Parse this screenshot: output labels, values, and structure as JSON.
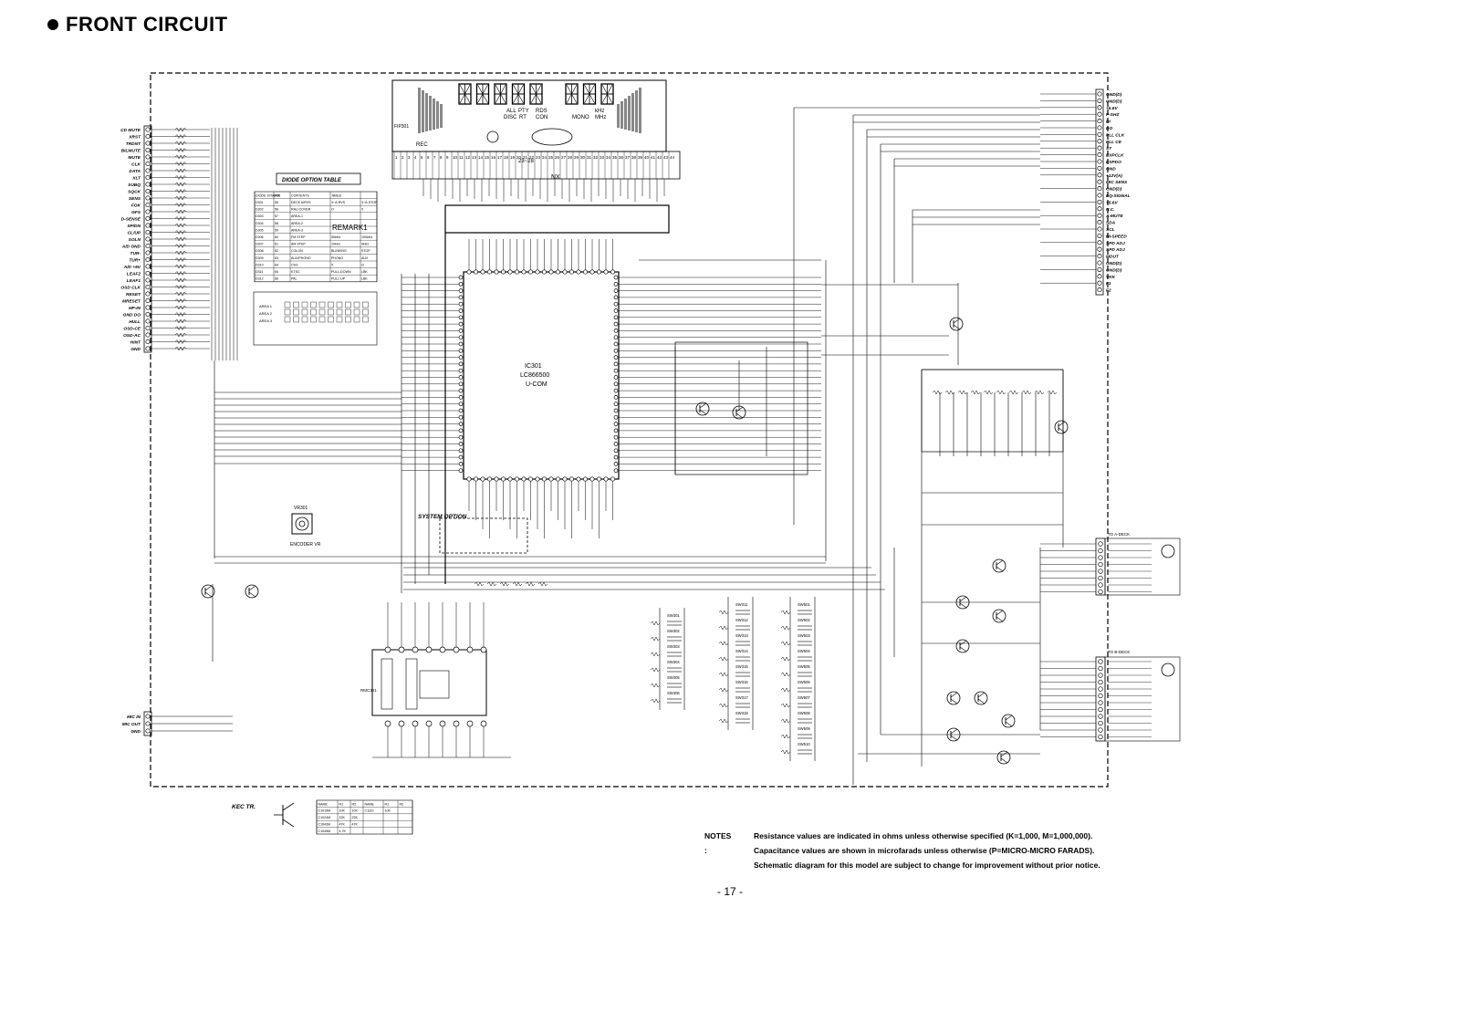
{
  "page_title": "FRONT CIRCUIT",
  "page_number": "- 17 -",
  "notes": {
    "label": "NOTES :",
    "lines": [
      "Resistance values are indicated in ohms unless otherwise specified (K=1,000, M=1,000,000).",
      "Capacitance values are shown in microfarads unless otherwise (P=MICRO-MICRO FARADS).",
      "Schematic diagram for this model are subject to change for improvement without prior notice."
    ]
  },
  "ic301": {
    "ref": "IC301",
    "part": "LC866500",
    "func": "U-COM"
  },
  "vfd": {
    "ref": "FIP301",
    "segments": [
      "ALL",
      "DISC",
      "PTY",
      "RT",
      "RDS",
      "CON",
      "MONO",
      "kHz",
      "MHz",
      "REC",
      "NX",
      "23~28"
    ]
  },
  "diode_option_table": {
    "title": "DIODE OPTION TABLE",
    "remark": "REMARK1",
    "headers": [
      "DIODE SYMBOL",
      "PIN",
      "CONTENTS",
      "TABLE"
    ],
    "rows": [
      [
        "D301",
        "55",
        "DECK A/RVS",
        "3~A-RVS",
        "3~A-STOP"
      ],
      [
        "D302",
        "56",
        "RAU COVER",
        "O",
        "X"
      ],
      [
        "D303",
        "57",
        "AREA-1",
        "",
        ""
      ],
      [
        "D304",
        "58",
        "AREA-2",
        "",
        ""
      ],
      [
        "D305",
        "59",
        "AREA-3",
        "",
        ""
      ],
      [
        "D306",
        "60",
        "FM STEP",
        "50kHz",
        "100kHz"
      ],
      [
        "D307",
        "61",
        "AM STEP",
        "10kHz",
        "9kHz"
      ],
      [
        "D308",
        "62",
        "COLON",
        "BLINKING",
        "STOP"
      ],
      [
        "D309",
        "63",
        "AUX/PHONO",
        "PHONO",
        "AUX"
      ],
      [
        "D310",
        "64",
        "CD3",
        "X",
        "O"
      ],
      [
        "D311",
        "65",
        "KTSC",
        "PULL-DOWN",
        "LBK"
      ],
      [
        "D312",
        "66",
        "PAL",
        "PULL-UP",
        "LBK"
      ]
    ],
    "remark_rows": [
      "AREA 1",
      "AREA 2",
      "AREA 3"
    ]
  },
  "system_option": "SYSTEM OPTION",
  "encoder": {
    "ref": "VR301",
    "label": "ENCODER VR"
  },
  "left_connector_labels": [
    "CD MUTE",
    "XRST",
    "TRDNT",
    "BILMUTE",
    "MUTE",
    "CLK",
    "DATA",
    "XLT",
    "SUBQ",
    "SQCK",
    "SENS",
    "FOK",
    "GFS",
    "D-SENSE",
    "SP/DN",
    "CL/UP",
    "SOLN",
    "A/D GND",
    "TUR-",
    "TUR+",
    "A/D +5V",
    "LEAF2",
    "LEAF1",
    "OSD CLK",
    "RESET",
    "MRESET",
    "HP-IN",
    "GND DO",
    "HULL",
    "OSD-CE",
    "OSD-AC",
    "HINT",
    "GND"
  ],
  "mic_labels": [
    "MIC IN",
    "MIC OUT",
    "GND"
  ],
  "right_connector_labels": [
    "GND(D)",
    "GND(D)",
    "+5.6V",
    "P-SHZ",
    "DI",
    "DO",
    "PLL CLK",
    "PLL CE",
    "ST",
    "EXPCLK",
    "EXPDO",
    "GND",
    "+12V(A)",
    "MIC SENS",
    "GND(D)",
    "EQ-SIGNAL",
    "+5.6V",
    "N.C.",
    "A-MUTE",
    "SDA",
    "SCL",
    "HI-SPEED",
    "SPD ADJ",
    "SPD ADJ",
    "MDUT",
    "GND(D)",
    "GND(D)",
    "VKK",
    "F1",
    "F2"
  ],
  "deck_a": "TO A-DECK",
  "deck_b": "TO B-DECK",
  "ic_rmc": "RMC301",
  "kec_tr": "KEC TR.",
  "kec_table": {
    "headers": [
      "NAME",
      "R1",
      "R2",
      "NAME",
      "R1",
      "R2"
    ],
    "rows": [
      [
        "C1019M",
        "10K",
        "10K",
        "C1110",
        "10K",
        ""
      ],
      [
        "C1024M",
        "22K",
        "22K",
        "",
        "",
        ""
      ],
      [
        "C1043M",
        "47K",
        "47K",
        "",
        "",
        ""
      ],
      [
        "C1049M",
        "4.7K",
        "",
        "",
        "",
        ""
      ]
    ]
  },
  "switch_column_1": [
    "SW301",
    "SW302",
    "SW303",
    "SW304",
    "SW305",
    "SW306"
  ],
  "switch_column_2": [
    "SW311",
    "SW312",
    "SW313",
    "SW314",
    "SW315",
    "SW316",
    "SW317",
    "SW318"
  ],
  "switch_column_3": [
    "SW501",
    "SW502",
    "SW503",
    "SW504",
    "SW505",
    "SW506",
    "SW507",
    "SW508",
    "SW509",
    "SW510"
  ]
}
